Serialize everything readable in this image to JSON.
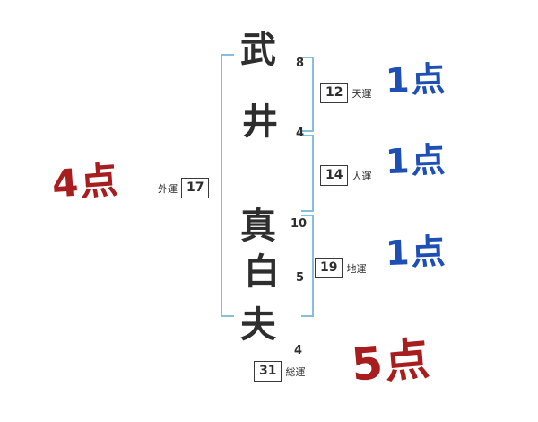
{
  "name": {
    "chars": [
      {
        "char": "武",
        "strokes": "8"
      },
      {
        "char": "井",
        "strokes": "4"
      },
      {
        "char": "真",
        "strokes": "10"
      },
      {
        "char": "白",
        "strokes": "5"
      },
      {
        "char": "夫",
        "strokes": "4"
      }
    ]
  },
  "fortunes": {
    "ten": {
      "value": "12",
      "label": "天運"
    },
    "jin": {
      "value": "14",
      "label": "人運"
    },
    "chi": {
      "value": "19",
      "label": "地運"
    },
    "gai": {
      "value": "17",
      "label": "外運"
    },
    "sou": {
      "value": "31",
      "label": "総運"
    }
  },
  "scores": {
    "ten": "1点",
    "jin": "1点",
    "chi": "1点",
    "gai": "4点",
    "sou": "5点"
  },
  "colors": {
    "score_blue": "#1d4fb5",
    "score_red": "#a81d1d",
    "bracket_blue": "#85bedf",
    "ink": "#2e2e2e"
  }
}
